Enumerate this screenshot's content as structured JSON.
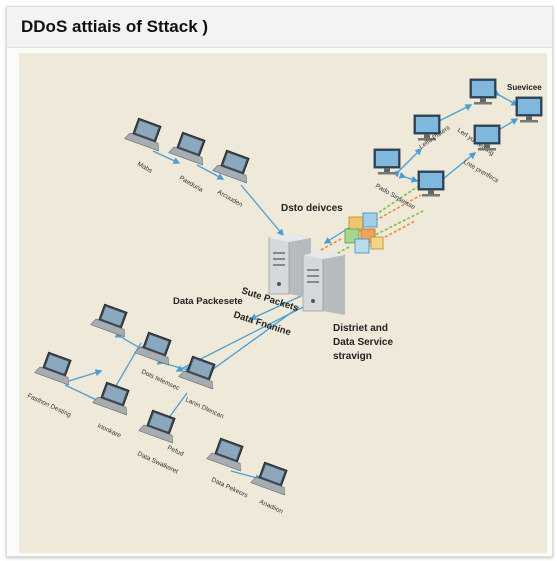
{
  "title": "DDoS attiais of Sttack )",
  "labels": {
    "dsto_devices": "Dsto deivces",
    "data_packesete": "Data Packesete",
    "sute_packets": "Sute Packets",
    "data_fnanine": "Data Fnanine",
    "district_line1": "Distriet and",
    "district_line2": "Data Service",
    "district_line3": "stravign",
    "suevicee": "Suevicee"
  },
  "nodes": {
    "mabs": "Mabs",
    "paeduria": "Paeduria",
    "arcuuden": "Arcuuden",
    "podo_sinseisse": "Pado Sinseisse",
    "lelfu_pisters": "Lelfu Pisters",
    "lerl_yu_recling": "Lerl yu Recling",
    "lnte_prenfecs": "Lnte prenfecs",
    "dots_telemsec": "Dots telemsec",
    "lanin_dlencan": "Lanin Dlencan",
    "fasthon_desting": "Fasthon Desting",
    "inonkare": "Inonkare",
    "data_swalkeret": "Data Swalkeret",
    "pefud": "Pefud",
    "data_pekeors": "Data Pekeors",
    "anadiion": "Anadiion"
  },
  "colors": {
    "arrow": "#4a9fd0",
    "packet_green": "#7bc043",
    "packet_orange": "#ef8b32",
    "server": "#cfd2d4",
    "canvas": "#efe9da"
  }
}
